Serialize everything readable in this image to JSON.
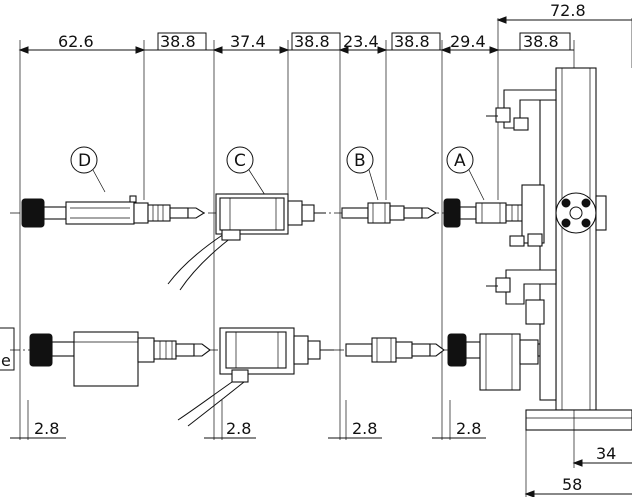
{
  "dimensions": {
    "top_overall": "72.8",
    "d_length": "62.6",
    "d_ref": "38.8",
    "c_length": "37.4",
    "c_ref": "38.8",
    "b_length": "23.4",
    "b_ref": "38.8",
    "a_length": "29.4",
    "a_ref": "38.8",
    "offset_d": "2.8",
    "offset_c": "2.8",
    "offset_b": "2.8",
    "offset_a": "2.8",
    "base_inner": "34",
    "base_outer": "58"
  },
  "callouts": {
    "d": "D",
    "c": "C",
    "b": "B",
    "a": "A"
  },
  "side_label": "e"
}
